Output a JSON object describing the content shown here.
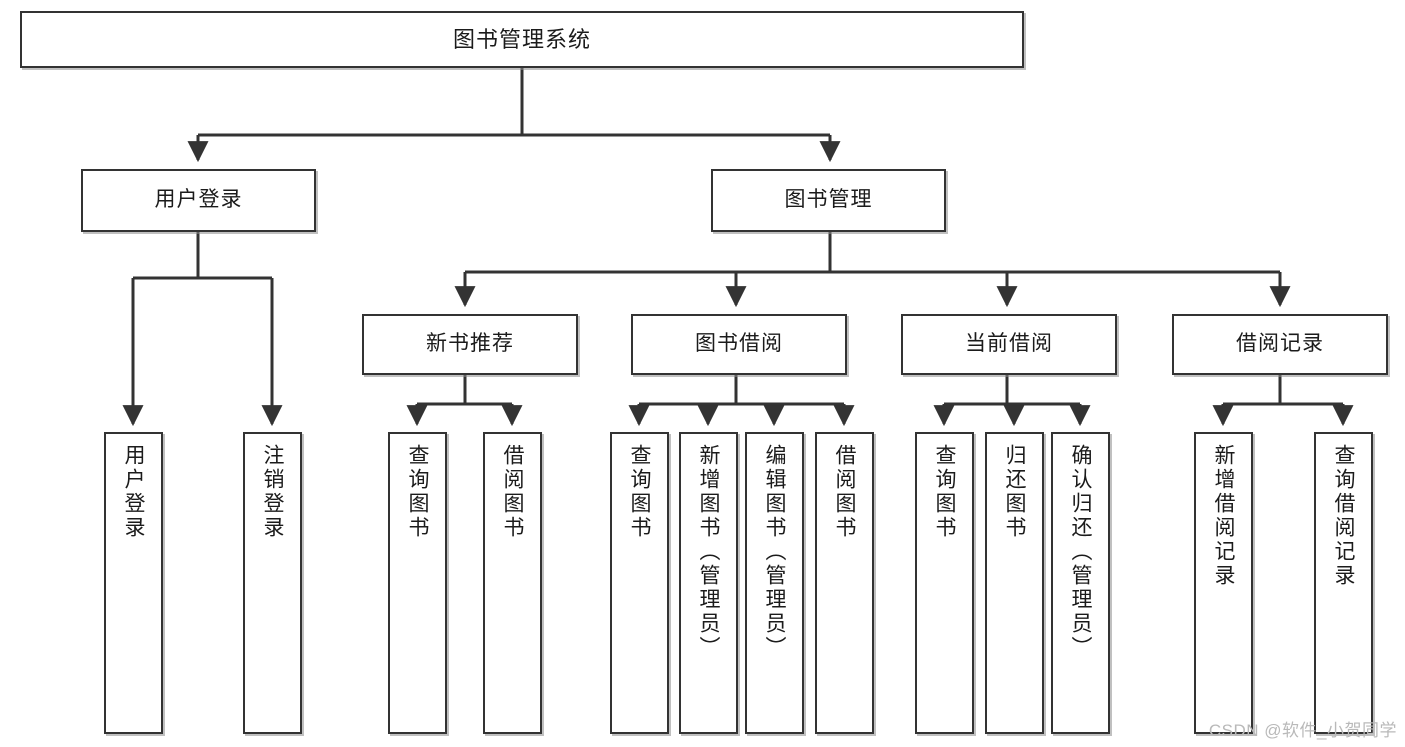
{
  "diagram": {
    "title": "图书管理系统",
    "type": "tree-hierarchy-chart",
    "watermark": "CSDN @软件_小贺同学",
    "colors": {
      "node_border": "#333333",
      "node_fill": "#ffffff",
      "connector": "#333333",
      "text": "#1b1b1b",
      "watermark": "#b9b9b9"
    },
    "nodes": {
      "root": {
        "label": "图书管理系统"
      },
      "level2": [
        {
          "id": "user-login",
          "label": "用户登录"
        },
        {
          "id": "book-manage",
          "label": "图书管理"
        }
      ],
      "level3": [
        {
          "id": "new-book-recommend",
          "label": "新书推荐"
        },
        {
          "id": "book-borrow",
          "label": "图书借阅"
        },
        {
          "id": "current-borrow",
          "label": "当前借阅"
        },
        {
          "id": "borrow-record",
          "label": "借阅记录"
        }
      ],
      "leaves": {
        "user-login": [
          {
            "id": "leaf-user-login",
            "label": "用户登录"
          },
          {
            "id": "leaf-logout-login",
            "label": "注销登录"
          }
        ],
        "new-book-recommend": [
          {
            "id": "leaf-query-book-1",
            "label": "查询图书"
          },
          {
            "id": "leaf-borrow-book-1",
            "label": "借阅图书"
          }
        ],
        "book-borrow": [
          {
            "id": "leaf-query-book-2",
            "label": "查询图书"
          },
          {
            "id": "leaf-add-book",
            "label": "新增图书（管理员）"
          },
          {
            "id": "leaf-edit-book",
            "label": "编辑图书（管理员）"
          },
          {
            "id": "leaf-borrow-book-2",
            "label": "借阅图书"
          }
        ],
        "current-borrow": [
          {
            "id": "leaf-query-book-3",
            "label": "查询图书"
          },
          {
            "id": "leaf-return-book",
            "label": "归还图书"
          },
          {
            "id": "leaf-confirm-return",
            "label": "确认归还（管理员）"
          }
        ],
        "borrow-record": [
          {
            "id": "leaf-add-record",
            "label": "新增借阅记录"
          },
          {
            "id": "leaf-query-record",
            "label": "查询借阅记录"
          }
        ]
      }
    }
  }
}
